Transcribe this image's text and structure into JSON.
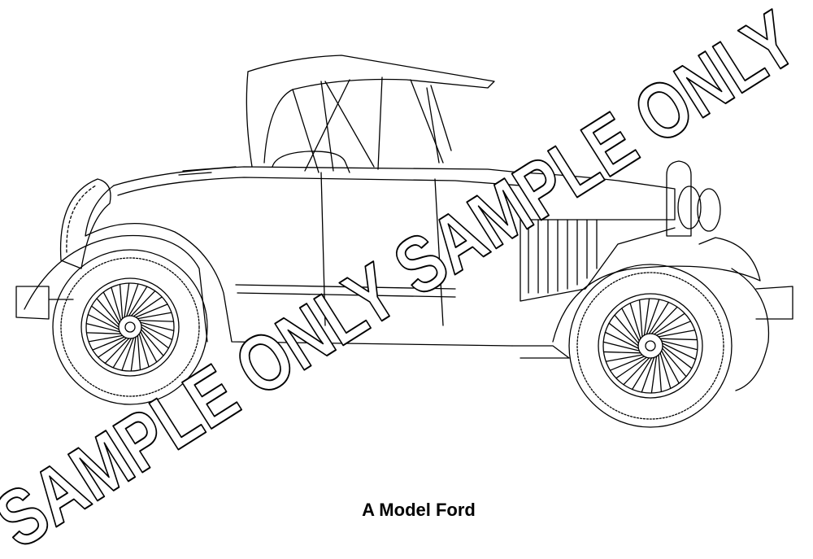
{
  "illustration": {
    "subject": "car-line-drawing",
    "stroke_color": "#000000",
    "background_color": "#ffffff"
  },
  "watermark": {
    "text": "SAMPLE ONLY SAMPLE ONLY"
  },
  "caption": {
    "text": "A Model Ford"
  }
}
